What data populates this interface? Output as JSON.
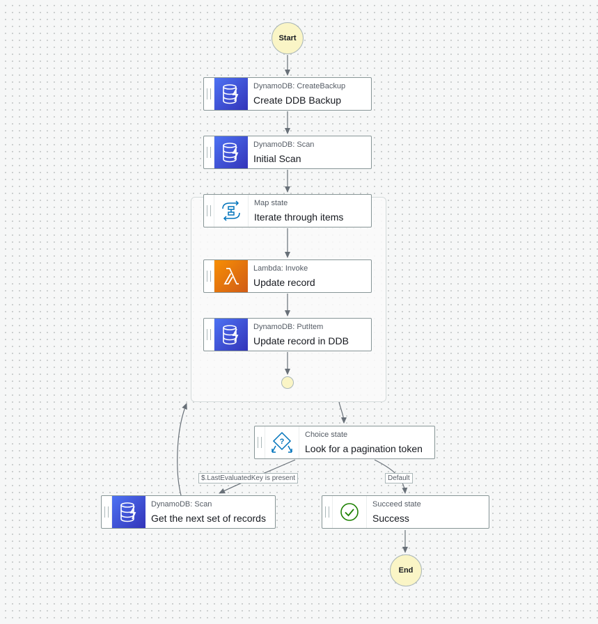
{
  "start_label": "Start",
  "end_label": "End",
  "states": {
    "create_backup": {
      "type": "DynamoDB: CreateBackup",
      "name": "Create DDB Backup",
      "icon": "dynamodb-icon"
    },
    "initial_scan": {
      "type": "DynamoDB: Scan",
      "name": "Initial Scan",
      "icon": "dynamodb-icon"
    },
    "map_state": {
      "type": "Map state",
      "name": "Iterate through items",
      "icon": "map-state-icon"
    },
    "lambda_invoke": {
      "type": "Lambda: Invoke",
      "name": "Update record",
      "icon": "lambda-icon"
    },
    "put_item": {
      "type": "DynamoDB: PutItem",
      "name": "Update record in DDB",
      "icon": "dynamodb-icon"
    },
    "choice": {
      "type": "Choice state",
      "name": "Look for a pagination token",
      "icon": "choice-state-icon"
    },
    "next_scan": {
      "type": "DynamoDB: Scan",
      "name": "Get the next set of records",
      "icon": "dynamodb-icon"
    },
    "success": {
      "type": "Succeed state",
      "name": "Success",
      "icon": "succeed-check-icon"
    }
  },
  "edge_labels": {
    "pagination_present": "$.LastEvaluatedKey is present",
    "default": "Default"
  },
  "colors": {
    "dynamodb": "#3b48cc",
    "lambda": "#e7700c",
    "terminal_fill": "#faf5c6",
    "edge": "#687078",
    "success_check": "#1d8102"
  }
}
